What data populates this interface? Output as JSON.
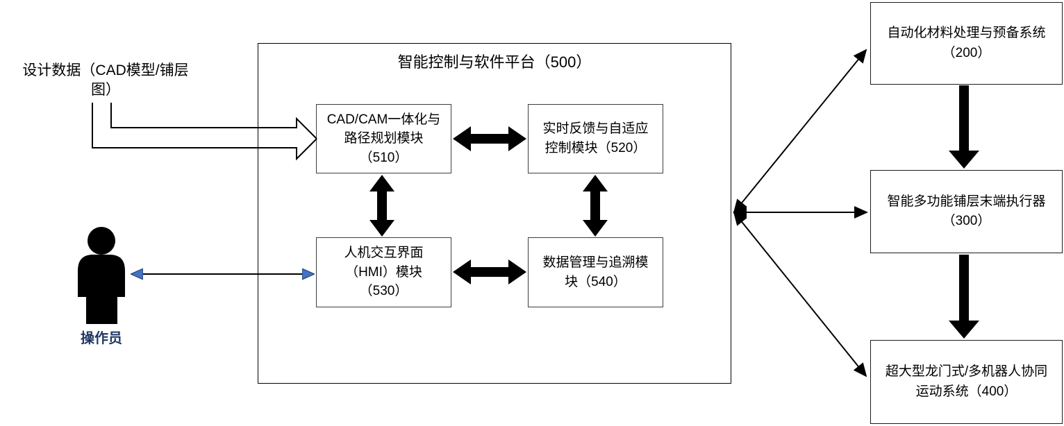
{
  "colors": {
    "line_black": "#000000",
    "accent_blue": "#4472C4",
    "operator_label_blue": "#1F3864",
    "box_background": "#FFFFFF"
  },
  "design_data": {
    "label": "设计数据（CAD模型/铺层\n图）"
  },
  "operator": {
    "label": "操作员"
  },
  "platform": {
    "title": "智能控制与软件平台（500）",
    "modules": [
      {
        "id": "510",
        "label": "CAD/CAM一体化与\n路径规划模块\n（510）"
      },
      {
        "id": "520",
        "label": "实时反馈与自适应\n控制模块（520）"
      },
      {
        "id": "530",
        "label": "人机交互界面\n（HMI）模块\n（530）"
      },
      {
        "id": "540",
        "label": "数据管理与追溯模\n块（540）"
      }
    ]
  },
  "external_systems": [
    {
      "id": "200",
      "label": "自动化材料处理与预备系统\n（200）"
    },
    {
      "id": "300",
      "label": "智能多功能铺层末端执行器\n（300）"
    },
    {
      "id": "400",
      "label": "超大型龙门式/多机器人协同\n运动系统（400）"
    }
  ]
}
